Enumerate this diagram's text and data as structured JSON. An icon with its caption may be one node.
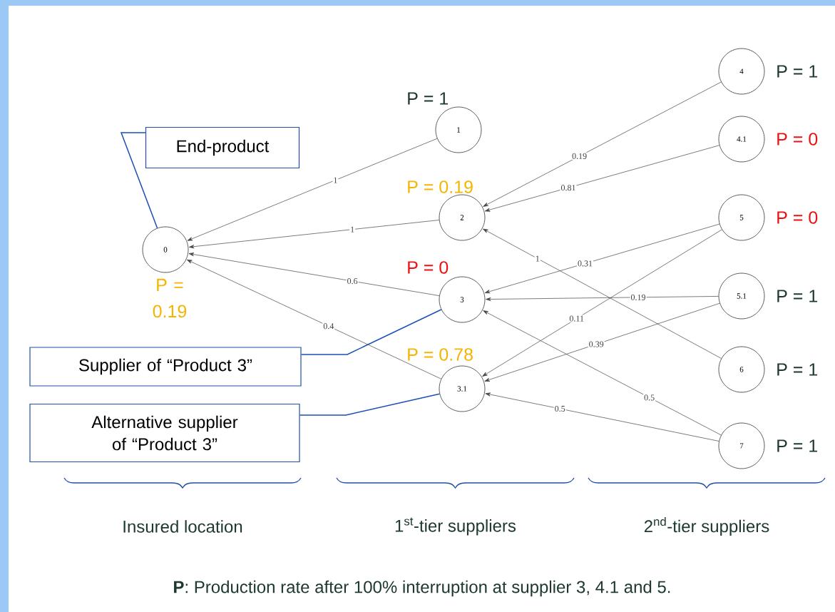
{
  "diagram": {
    "caption": "**P**: Production rate after 100% interruption at supplier 3, 4.1 and 5.",
    "nodes": [
      {
        "text": [
          "0"
        ],
        "beside": [
          "P = 0.19"
        ]
      },
      {
        "text": [
          "1"
        ],
        "beside": [
          "P = 1"
        ]
      },
      {
        "text": [
          "2"
        ],
        "beside": [
          "P = 0.19"
        ]
      },
      {
        "text": [
          "3"
        ],
        "beside": [
          "P = 0"
        ]
      },
      {
        "text": [
          "3.1"
        ],
        "beside": [
          "P = 0.78"
        ]
      },
      {
        "text": [
          "4"
        ],
        "beside": [
          "P = 1"
        ]
      },
      {
        "text": [
          "4.1"
        ],
        "beside": [
          "P = 0"
        ]
      },
      {
        "text": [
          "5"
        ],
        "beside": [
          "P = 0"
        ]
      },
      {
        "text": [
          "5.1"
        ],
        "beside": [
          "P = 1"
        ]
      },
      {
        "text": [
          "6"
        ],
        "beside": [
          "P = 1"
        ]
      },
      {
        "text": [
          "7"
        ],
        "beside": [
          "P = 1"
        ]
      },
      {
        "text": [
          "End-product"
        ]
      },
      {
        "text": [
          "Supplier of “Product 3”"
        ]
      },
      {
        "text": [
          "Alternative supplier of “Product 3”"
        ]
      }
    ],
    "edges": [
      {
        "from": 1,
        "to": 0,
        "arrow": "to",
        "label": "1"
      },
      {
        "from": 2,
        "to": 0,
        "arrow": "to",
        "label": "1"
      },
      {
        "from": 3,
        "to": 0,
        "arrow": "to",
        "label": "0.6"
      },
      {
        "from": 4,
        "to": 0,
        "arrow": "to",
        "label": "0.4"
      },
      {
        "from": 5,
        "to": 2,
        "arrow": "to",
        "label": "0.19"
      },
      {
        "from": 6,
        "to": 2,
        "arrow": "to",
        "label": "0.81"
      },
      {
        "from": 7,
        "to": 3,
        "arrow": "to",
        "label": "0.31"
      },
      {
        "from": 7,
        "to": 4,
        "arrow": "to",
        "label": "0.11"
      },
      {
        "from": 8,
        "to": 3,
        "arrow": "to",
        "label": "0.19"
      },
      {
        "from": 8,
        "to": 4,
        "arrow": "to",
        "label": "0.39"
      },
      {
        "from": 9,
        "to": 2,
        "arrow": "to",
        "label": "1"
      },
      {
        "from": 10,
        "to": 3,
        "arrow": "to",
        "label": "0.5"
      },
      {
        "from": 10,
        "to": 4,
        "arrow": "to",
        "label": "0.5"
      },
      {
        "from": 11,
        "to": 0,
        "arrow": "none",
        "color": "#1a4fb5"
      },
      {
        "from": 12,
        "to": 3,
        "arrow": "none",
        "color": "#1a4fb5"
      },
      {
        "from": 13,
        "to": 4,
        "arrow": "none",
        "color": "#1a4fb5"
      }
    ],
    "labels": [
      "Insured location",
      "1$^{st}$-tier suppliers",
      "2$^{nd}$-tier suppliers"
    ]
  }
}
